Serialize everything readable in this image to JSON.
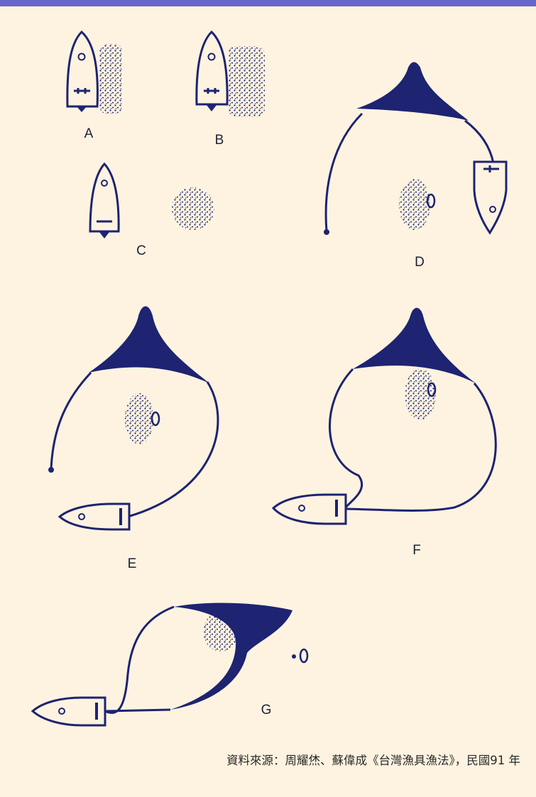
{
  "panels": {
    "a": "A",
    "b": "B",
    "c": "C",
    "d": "D",
    "e": "E",
    "f": "F",
    "g": "G"
  },
  "caption": "資料來源：周耀烋、蘇偉成《台灣漁具漁法》，民國91 年",
  "colors": {
    "ink": "#1e2372",
    "background": "#fdf3e0",
    "top_bar": "#6666cc"
  }
}
